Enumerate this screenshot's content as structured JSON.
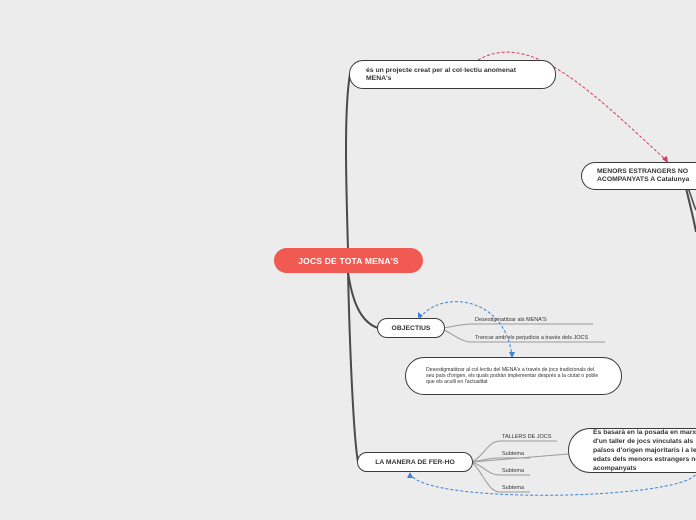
{
  "root": {
    "label": "JOCS DE TOTA MENA'S"
  },
  "topics": {
    "project": {
      "label": "és un projecte creat per al col·lectiu anomenat MENA's"
    },
    "menors": {
      "label": "MENORS ESTRANGERS NO ACOMPANYATS A Catalunya"
    },
    "objectius": {
      "label": "OBJECTIUS"
    },
    "objectius_main": {
      "label": "Desestigmatitzar al col·lectiu del MENA's a través de jocs tradicionals del seu país d'origen, els quals podràn implementar després a la ciutat o poble que els aculli en l'actualitat"
    },
    "manera": {
      "label": "LA MANERA DE FER-HO"
    },
    "basara": {
      "label": "Es basarà en la posada en marxa d'un taller de jocs vinculats als països d'origen majoritaris i a les edats dels menors estrangers no acompanyats"
    }
  },
  "subtopics": {
    "obj_1": "Desestigmatitzar als MENA'S",
    "obj_2": "Trencar amb els perjudicis a través dels JOCS",
    "man_1": "TALLERS DE JOCS",
    "man_2": "Subtema",
    "man_3": "Subtema",
    "man_4": "Subtema"
  },
  "colors": {
    "root": "#f05a52",
    "relation_red": "#d23a5a",
    "relation_blue": "#3b82d6",
    "branch": "#4a4a4a",
    "background": "#ececec"
  }
}
